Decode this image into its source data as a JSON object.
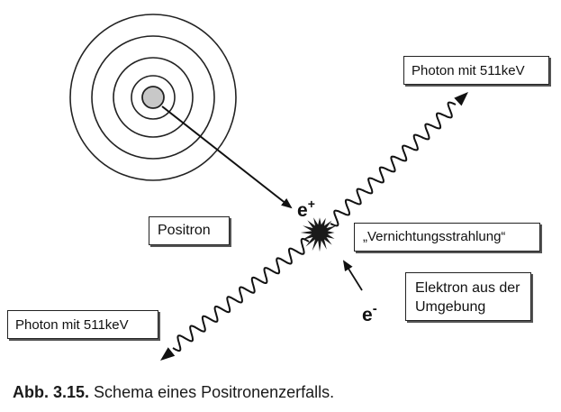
{
  "diagram": {
    "labels": {
      "photon_top": "Photon mit 511keV",
      "photon_bottom": "Photon mit 511keV",
      "positron": "Positron",
      "annihilation": "„Vernichtungsstrahlung“",
      "electron_line1": "Elektron aus der",
      "electron_line2": "Umgebung",
      "e_plus_base": "e",
      "e_plus_sup": "+",
      "e_minus_base": "e",
      "e_minus_sup": "-"
    },
    "colors": {
      "ink": "#111111",
      "nucleus_fill": "#c8c8c8",
      "burst": "#1a1a1a"
    }
  },
  "caption": {
    "number": "Abb. 3.15.",
    "text": "Schema eines Positronenzerfalls."
  }
}
